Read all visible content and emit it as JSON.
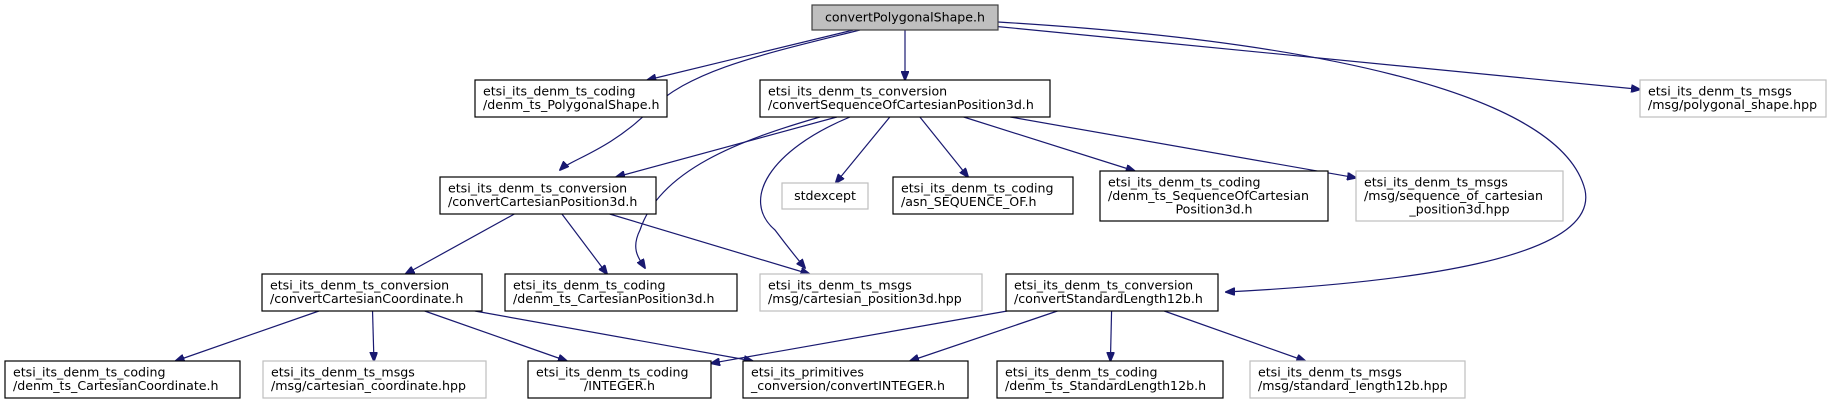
{
  "diagram": {
    "type": "include-dependency-graph",
    "colors": {
      "root_fill": "#bfbfbf",
      "node_border": "#000000",
      "external_border": "#bfbfbf",
      "edge": "#191970"
    },
    "nodes": [
      {
        "id": "root",
        "kind": "root",
        "lines": [
          "convertPolygonalShape.h"
        ]
      },
      {
        "id": "polyShape",
        "kind": "internal",
        "lines": [
          "etsi_its_denm_ts_coding",
          "/denm_ts_PolygonalShape.h"
        ]
      },
      {
        "id": "convSeq",
        "kind": "internal",
        "lines": [
          "etsi_its_denm_ts_conversion",
          "/convertSequenceOfCartesianPosition3d.h"
        ]
      },
      {
        "id": "msgPoly",
        "kind": "external",
        "lines": [
          "etsi_its_denm_ts_msgs",
          "/msg/polygonal_shape.hpp"
        ]
      },
      {
        "id": "convPos3d",
        "kind": "internal",
        "lines": [
          "etsi_its_denm_ts_conversion",
          "/convertCartesianPosition3d.h"
        ]
      },
      {
        "id": "stdexcept",
        "kind": "external",
        "lines": [
          "stdexcept"
        ]
      },
      {
        "id": "asnSeq",
        "kind": "internal",
        "lines": [
          "etsi_its_denm_ts_coding",
          "/asn_SEQUENCE_OF.h"
        ]
      },
      {
        "id": "seqCart",
        "kind": "internal",
        "lines": [
          "etsi_its_denm_ts_coding",
          "/denm_ts_SequenceOfCartesian",
          "Position3d.h"
        ]
      },
      {
        "id": "msgSeq",
        "kind": "external",
        "lines": [
          "etsi_its_denm_ts_msgs",
          "/msg/sequence_of_cartesian",
          "_position3d.hpp"
        ]
      },
      {
        "id": "convCoord",
        "kind": "internal",
        "lines": [
          "etsi_its_denm_ts_conversion",
          "/convertCartesianCoordinate.h"
        ]
      },
      {
        "id": "cartPos3d",
        "kind": "internal",
        "lines": [
          "etsi_its_denm_ts_coding",
          "/denm_ts_CartesianPosition3d.h"
        ]
      },
      {
        "id": "msgPos3d",
        "kind": "external",
        "lines": [
          "etsi_its_denm_ts_msgs",
          "/msg/cartesian_position3d.hpp"
        ]
      },
      {
        "id": "convStd",
        "kind": "internal",
        "lines": [
          "etsi_its_denm_ts_conversion",
          "/convertStandardLength12b.h"
        ]
      },
      {
        "id": "cartCoord",
        "kind": "internal",
        "lines": [
          "etsi_its_denm_ts_coding",
          "/denm_ts_CartesianCoordinate.h"
        ]
      },
      {
        "id": "msgCoord",
        "kind": "external",
        "lines": [
          "etsi_its_denm_ts_msgs",
          "/msg/cartesian_coordinate.hpp"
        ]
      },
      {
        "id": "integer",
        "kind": "internal",
        "lines": [
          "etsi_its_denm_ts_coding",
          "/INTEGER.h"
        ]
      },
      {
        "id": "convInt",
        "kind": "internal",
        "lines": [
          "etsi_its_primitives",
          "_conversion/convertINTEGER.h"
        ]
      },
      {
        "id": "stdLen",
        "kind": "internal",
        "lines": [
          "etsi_its_denm_ts_coding",
          "/denm_ts_StandardLength12b.h"
        ]
      },
      {
        "id": "msgStd",
        "kind": "external",
        "lines": [
          "etsi_its_denm_ts_msgs",
          "/msg/standard_length12b.hpp"
        ]
      }
    ],
    "edges": [
      [
        "root",
        "polyShape"
      ],
      [
        "root",
        "convSeq"
      ],
      [
        "root",
        "msgPoly"
      ],
      [
        "root",
        "convPos3d"
      ],
      [
        "root",
        "convStd"
      ],
      [
        "convSeq",
        "convPos3d"
      ],
      [
        "convSeq",
        "stdexcept"
      ],
      [
        "convSeq",
        "asnSeq"
      ],
      [
        "convSeq",
        "seqCart"
      ],
      [
        "convSeq",
        "msgSeq"
      ],
      [
        "convSeq",
        "cartPos3d"
      ],
      [
        "convSeq",
        "msgPos3d"
      ],
      [
        "convPos3d",
        "convCoord"
      ],
      [
        "convPos3d",
        "cartPos3d"
      ],
      [
        "convPos3d",
        "msgPos3d"
      ],
      [
        "convCoord",
        "cartCoord"
      ],
      [
        "convCoord",
        "msgCoord"
      ],
      [
        "convCoord",
        "integer"
      ],
      [
        "convCoord",
        "convInt"
      ],
      [
        "convStd",
        "integer"
      ],
      [
        "convStd",
        "convInt"
      ],
      [
        "convStd",
        "stdLen"
      ],
      [
        "convStd",
        "msgStd"
      ]
    ]
  }
}
